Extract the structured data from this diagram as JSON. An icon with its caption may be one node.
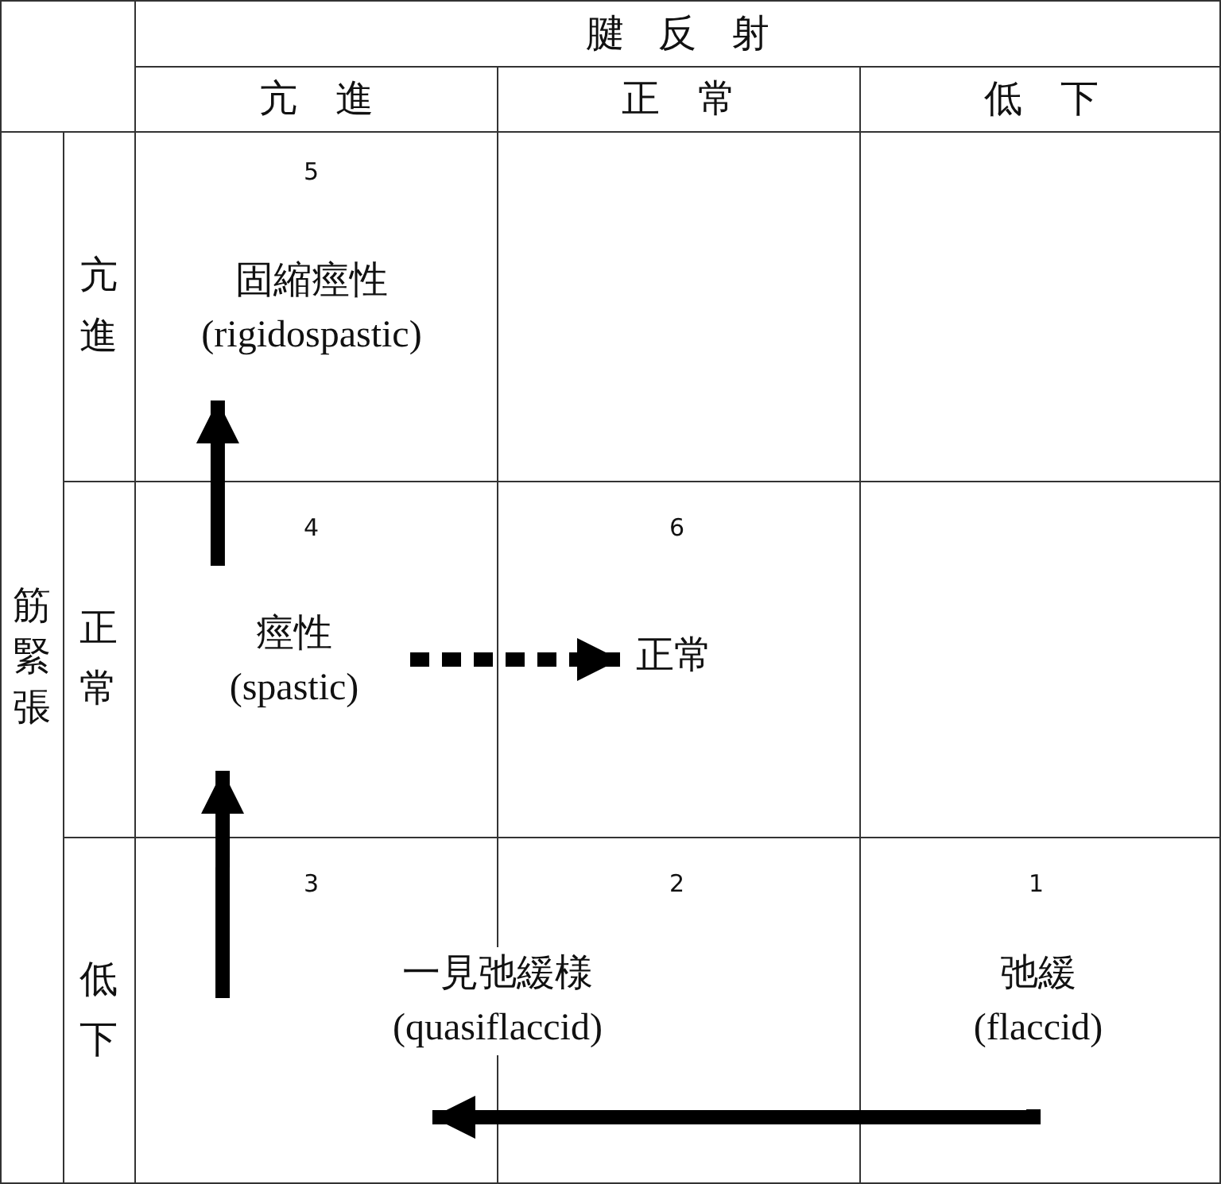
{
  "diagram": {
    "nodes": [
      {
        "text": [
          "固縮痙性 (rigidospastic)"
        ]
      },
      {
        "text": [
          "痙性 (spastic)"
        ]
      },
      {
        "text": [
          "正常"
        ]
      },
      {
        "text": [
          "一見弛緩様 (quasiflaccid)"
        ]
      },
      {
        "text": [
          "弛緩 (flaccid)"
        ]
      }
    ],
    "edges": [
      {
        "from": 4,
        "to": 3,
        "arrow": "to"
      },
      {
        "from": null,
        "to": 1,
        "arrow": "to"
      },
      {
        "from": 1,
        "to": 0,
        "arrow": "to"
      },
      {
        "from": 1,
        "to": 2,
        "arrow": "to",
        "style": "dashed"
      }
    ],
    "labels": [
      "腱反射",
      "亢進",
      "正常",
      "低下",
      "筋緊張",
      "亢進",
      "5",
      "正常",
      "4",
      "6",
      "低下",
      "3",
      "2",
      "1"
    ]
  }
}
